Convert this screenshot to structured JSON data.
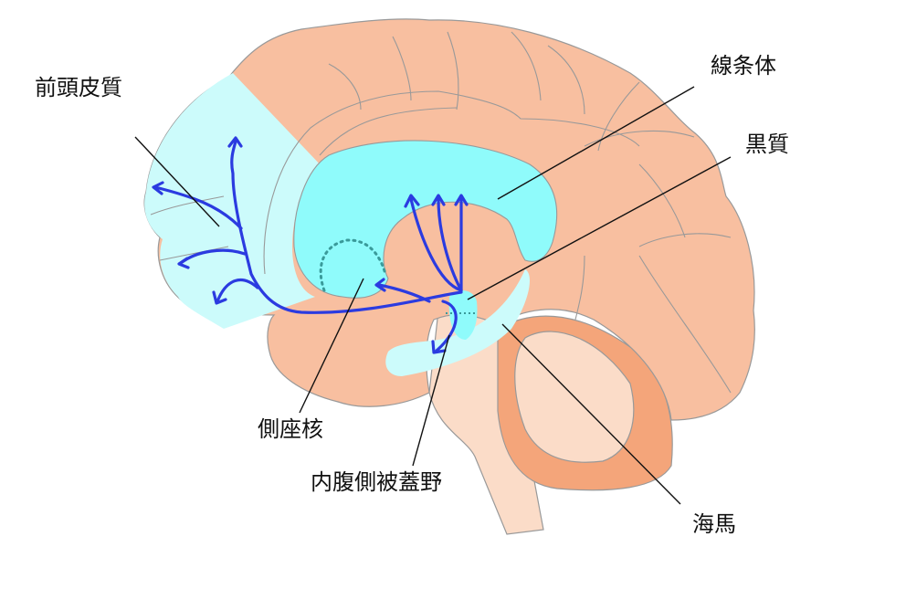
{
  "labels": {
    "prefrontal_cortex": "前頭皮質",
    "striatum": "線条体",
    "substantia_nigra": "黒質",
    "nucleus_accumbens": "側座核",
    "ventral_tegmental_area": "内腹側被蓋野",
    "hippocampus": "海馬"
  },
  "colors": {
    "cortex": "#f8bfa0",
    "cortex_outline": "#999999",
    "frontal_region": "#ccfbfb",
    "striatum": "#8ffbfb",
    "pathway": "#2b3be0",
    "cerebellum_outer": "#f4a57a",
    "brainstem": "#fbdcc8"
  }
}
